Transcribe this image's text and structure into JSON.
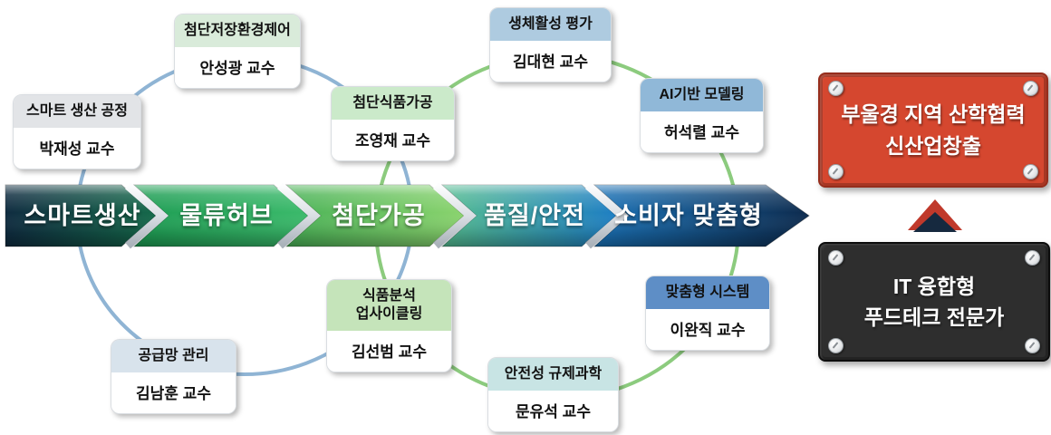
{
  "diagram": {
    "steps": [
      {
        "label": "스마트생산",
        "c1": "#0F2C40",
        "c2": "#15694A"
      },
      {
        "label": "물류허브",
        "c1": "#1D9C53",
        "c2": "#3BBA6B"
      },
      {
        "label": "첨단가공",
        "c1": "#4AB257",
        "c2": "#8AD36E"
      },
      {
        "label": "품질/안전",
        "c1": "#54BC90",
        "c2": "#1E7EC3"
      },
      {
        "label": "소비자 맞춤형",
        "c1": "#1B73B8",
        "c2": "#0D2B4E"
      }
    ],
    "nodes": [
      {
        "title": "스마트 생산 공정",
        "professor": "박재성 교수",
        "header_color": "#E2E4E7"
      },
      {
        "title": "첨단저장환경제어",
        "professor": "안성광 교수",
        "header_color": "#D9EBDA"
      },
      {
        "title": "첨단식품가공",
        "professor": "조영재 교수",
        "header_color": "#CBEACA"
      },
      {
        "title": "생체활성 평가",
        "professor": "김대현 교수",
        "header_color": "#AECBE0"
      },
      {
        "title": "AI기반 모델링",
        "professor": "허석렬 교수",
        "header_color": "#90B8D8"
      },
      {
        "title": "공급망 관리",
        "professor": "김남훈 교수",
        "header_color": "#D8E3EC"
      },
      {
        "title": "식품분석\n업사이클링",
        "professor": "김선범 교수",
        "header_color": "#C5E4BA"
      },
      {
        "title": "안전성 규제과학",
        "professor": "문유석 교수",
        "header_color": "#C8E4E4"
      },
      {
        "title": "맞춤형 시스템",
        "professor": "이완직 교수",
        "header_color": "#5E8EC6"
      }
    ],
    "rings": {
      "left_color": "#8FB4D4",
      "right_color": "#8CCB7E"
    },
    "outcome_top": {
      "text": "부울경 지역 산학협력\n신산업창출",
      "bg": "#D5472F"
    },
    "outcome_bottom": {
      "text": "IT 융합형\n푸드테크 전문가",
      "bg": "#2E2E2E"
    },
    "up_arrow": {
      "outer_color": "#C0392B",
      "inner_color": "#16293F"
    }
  }
}
